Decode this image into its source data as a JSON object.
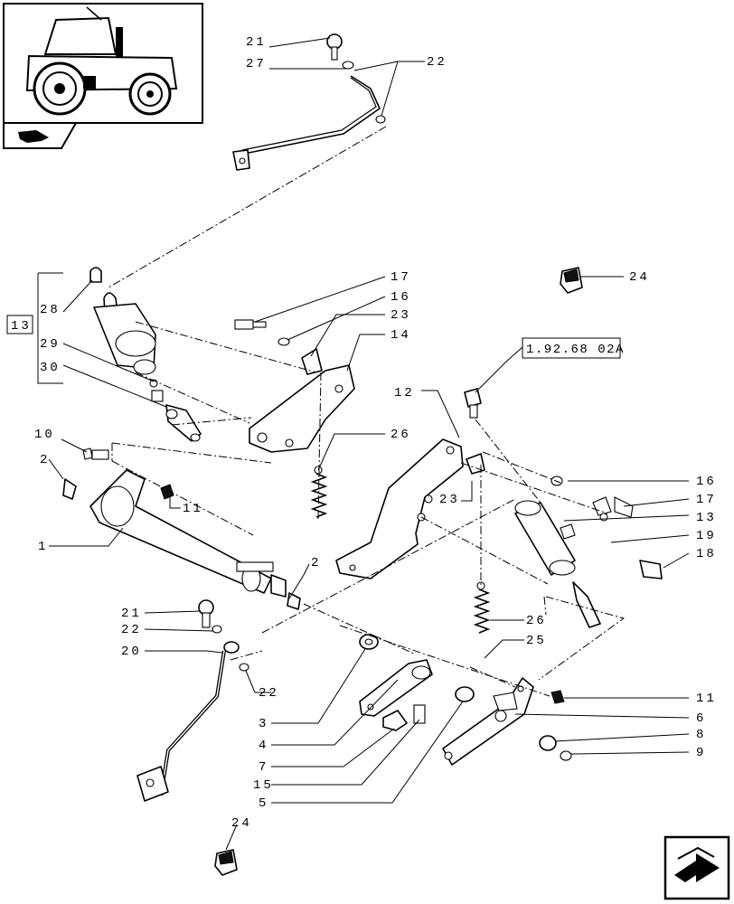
{
  "labels": {
    "l21a": "21",
    "l27": "27",
    "l22a": "22",
    "l28": "28",
    "l13a": "13",
    "l29": "29",
    "l30": "30",
    "l17a": "17",
    "l16a": "16",
    "l23a": "23",
    "l14": "14",
    "l24a": "24",
    "ref": "1.92.68 02A",
    "l12": "12",
    "l26a": "26",
    "l23b": "23",
    "l16b": "16",
    "l17b": "17",
    "l13b": "13",
    "l19": "19",
    "l18": "18",
    "l10": "10",
    "l2a": "2",
    "l11a": "11",
    "l1": "1",
    "l2b": "2",
    "l21b": "21",
    "l22b": "22",
    "l20": "20",
    "l22c": "22",
    "l26b": "26",
    "l25": "25",
    "l11b": "11",
    "l3": "3",
    "l4": "4",
    "l7": "7",
    "l15": "15",
    "l5": "5",
    "l6": "6",
    "l8": "8",
    "l9": "9",
    "l24b": "24"
  },
  "icons": {
    "thumbnail": "tractor-thumbnail-icon",
    "badge": "hand-pointer-icon",
    "nav": "next-page-arrow-icon"
  }
}
